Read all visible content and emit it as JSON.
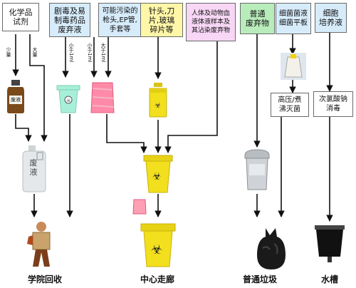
{
  "sources": [
    {
      "label": "化学品\n试剂",
      "color": "#ffffff"
    },
    {
      "label": "剧毒及易\n制毒药品\n废弃液",
      "color": "#d7ecfb"
    },
    {
      "label": "可能污染的\n枪头,EP管,\n手套等",
      "color": "#d7ecfb"
    },
    {
      "label": "针头,刀\n片,玻璃\n碎片等",
      "color": "#fff6a8"
    },
    {
      "label": "人体及动物血\n液体液样本及\n其沾染废弃物",
      "color": "#f7d7f5"
    },
    {
      "label": "普通\n废弃物",
      "color": "#b8ecbb"
    },
    {
      "label": "细菌菌液\n细菌平板",
      "color": "#d7ecfb"
    },
    {
      "label": "细胞\n培养液",
      "color": "#d7ecfb"
    }
  ],
  "branch_labels": {
    "small": "少量",
    "large": "大量",
    "b2_left": "小于1ml",
    "b3_left": "小于1ml",
    "b3_right": "大于1ml"
  },
  "container_labels": {
    "bottle": "废液",
    "jug": "废\n液"
  },
  "process_boxes": [
    {
      "label": "高压/煮\n沸灭菌"
    },
    {
      "label": "次氯酸钠\n消毒"
    }
  ],
  "destinations": [
    {
      "label": "学院回收"
    },
    {
      "label": "中心走廊"
    },
    {
      "label": "普通垃圾"
    },
    {
      "label": "水槽"
    }
  ],
  "colors": {
    "arrow": "#111111",
    "yellow_bin": "#f2df1d",
    "mint_bin": "#a8efd9",
    "pink_bag": "#ff8aa7",
    "trash_gray": "#cfd3d8"
  }
}
